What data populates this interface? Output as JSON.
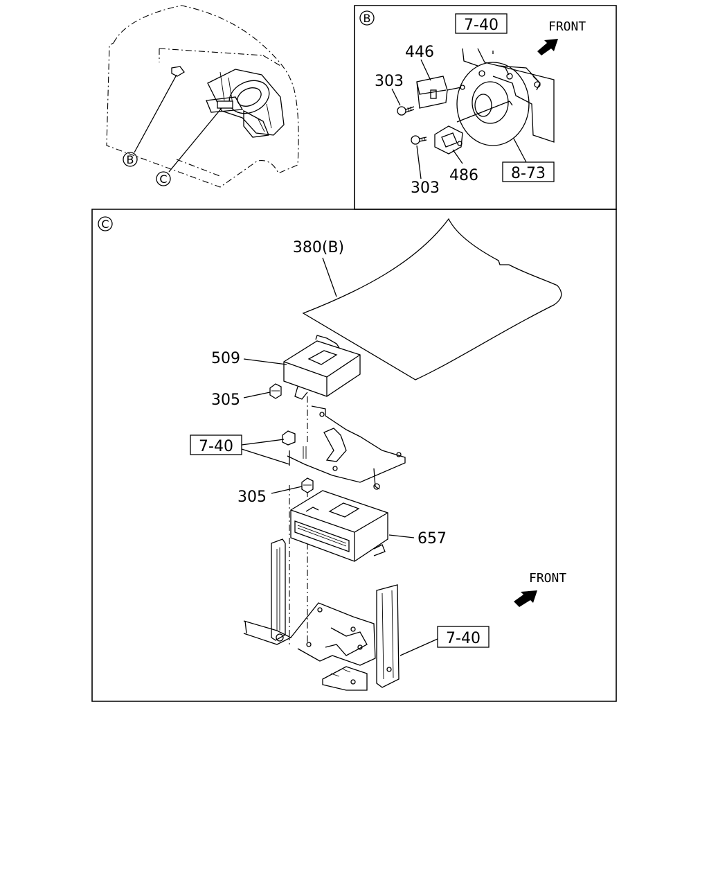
{
  "overview": {
    "callout_b": "B",
    "callout_c": "C"
  },
  "panel_b": {
    "tag": "B",
    "front": "FRONT",
    "ref_top": "7-40",
    "ref_bottom": "8-73",
    "parts": {
      "p446": "446",
      "p303a": "303",
      "p303b": "303",
      "p486": "486"
    }
  },
  "panel_c": {
    "tag": "C",
    "front": "FRONT",
    "ref_left": "7-40",
    "ref_right": "7-40",
    "parts": {
      "p380": "380(B)",
      "p509": "509",
      "p305a": "305",
      "p305b": "305",
      "p657": "657"
    }
  }
}
